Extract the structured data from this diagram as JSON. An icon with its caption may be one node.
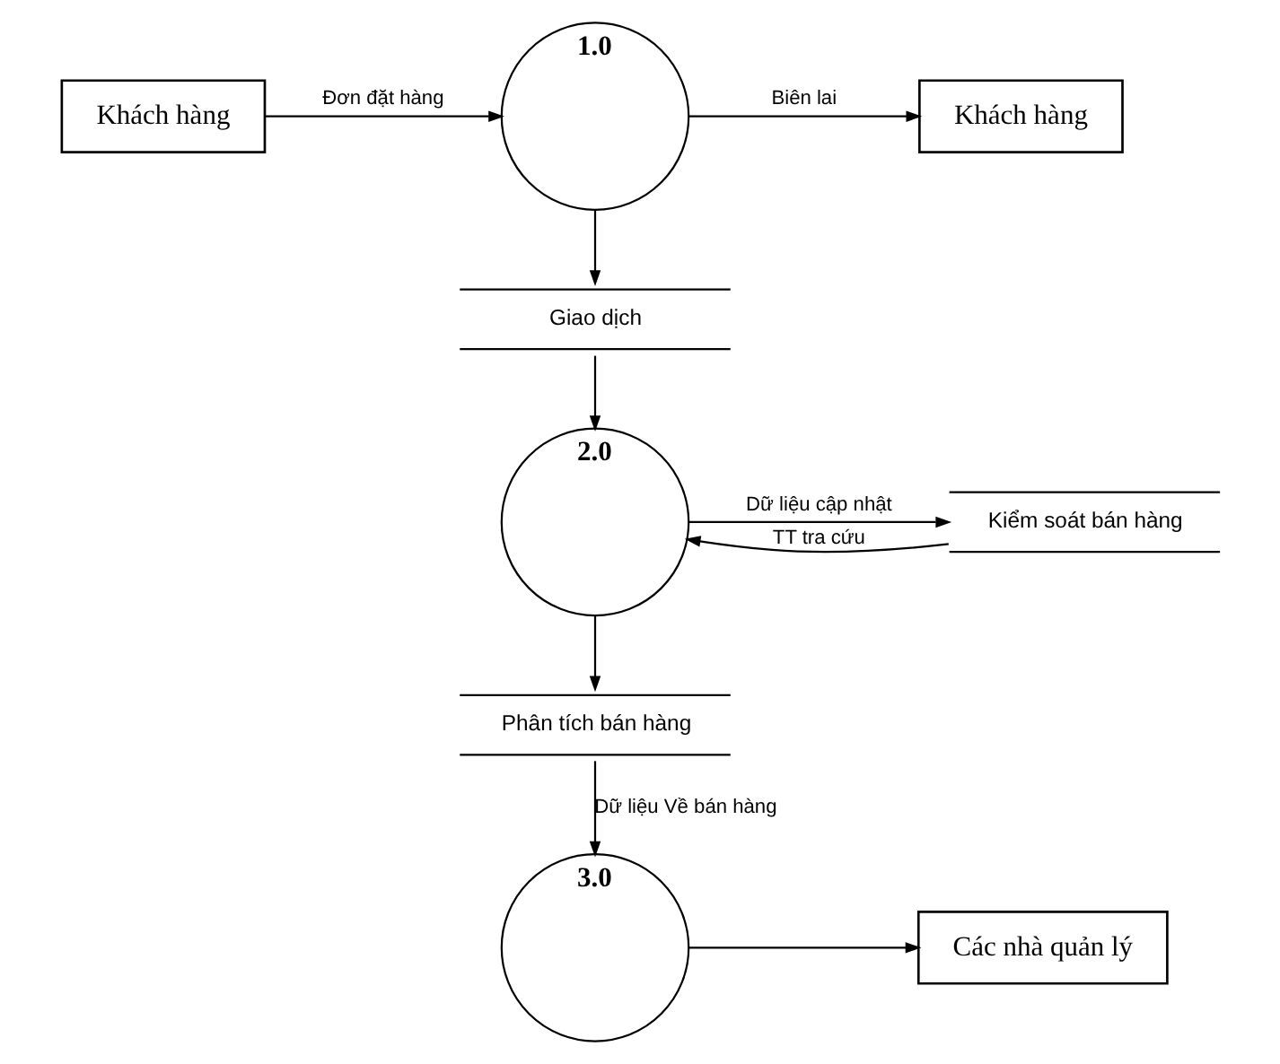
{
  "diagram": {
    "nodes": [
      {
        "text": [
          "Khách hàng"
        ]
      },
      {
        "text": [
          "1.0"
        ]
      },
      {
        "text": [
          "Khách hàng"
        ]
      },
      {
        "text": [
          "Giao dịch"
        ]
      },
      {
        "text": [
          "2.0"
        ]
      },
      {
        "text": [
          "Kiểm soát bán hàng"
        ]
      },
      {
        "text": [
          "Phân tích bán hàng"
        ]
      },
      {
        "text": [
          "3.0"
        ]
      },
      {
        "text": [
          "Các nhà quản lý"
        ]
      }
    ],
    "edges": [
      {
        "from": 0,
        "to": 1,
        "arrow": "to",
        "label": "Đơn đặt hàng"
      },
      {
        "from": 1,
        "to": 2,
        "arrow": "to",
        "label": "Biên lai"
      },
      {
        "from": 1,
        "to": 3,
        "arrow": "to"
      },
      {
        "from": 3,
        "to": 4,
        "arrow": "to"
      },
      {
        "from": 5,
        "to": 4,
        "arrow": "to",
        "label": "TT tra cứu"
      },
      {
        "from": 4,
        "to": 5,
        "arrow": "to",
        "label": "Dữ liệu cập nhật"
      },
      {
        "from": 4,
        "to": 6,
        "arrow": "to"
      },
      {
        "from": 6,
        "to": 7,
        "arrow": "to",
        "label": "Dữ liệu Về bán hàng"
      },
      {
        "from": 7,
        "to": 8,
        "arrow": "to"
      }
    ]
  }
}
